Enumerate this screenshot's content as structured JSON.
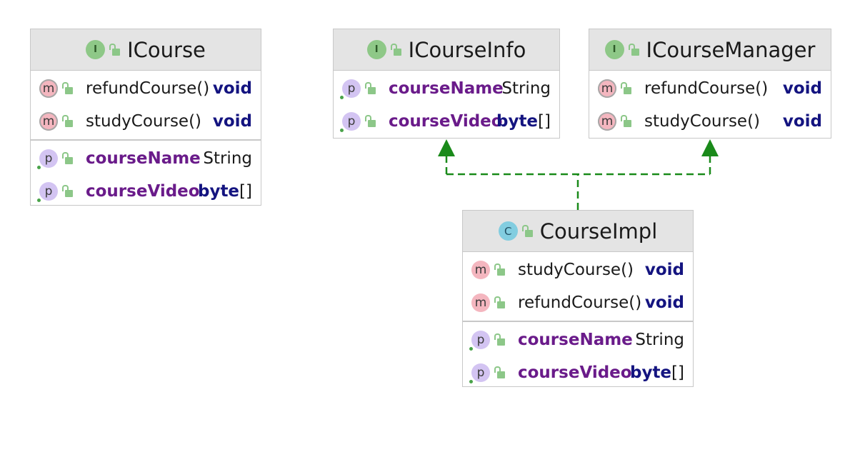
{
  "boxes": {
    "icourse": {
      "kind": "I",
      "title": "ICourse",
      "methods": [
        {
          "kind": "m",
          "name": "refundCourse()",
          "type": "void"
        },
        {
          "kind": "m",
          "name": "studyCourse()",
          "type": "void"
        }
      ],
      "properties": [
        {
          "kind": "p",
          "name": "courseName",
          "type": "String"
        },
        {
          "kind": "p",
          "name": "courseVideo",
          "type": "byte",
          "suffix": "[]"
        }
      ]
    },
    "icourseinfo": {
      "kind": "I",
      "title": "ICourseInfo",
      "properties": [
        {
          "kind": "p",
          "name": "courseName",
          "type": "String"
        },
        {
          "kind": "p",
          "name": "courseVideo",
          "type": "byte",
          "suffix": "[]"
        }
      ]
    },
    "icoursemanager": {
      "kind": "I",
      "title": "ICourseManager",
      "methods": [
        {
          "kind": "m",
          "name": "refundCourse()",
          "type": "void"
        },
        {
          "kind": "m",
          "name": "studyCourse()",
          "type": "void"
        }
      ]
    },
    "courseimpl": {
      "kind": "C",
      "title": "CourseImpl",
      "methods": [
        {
          "kind": "m",
          "name": "studyCourse()",
          "type": "void"
        },
        {
          "kind": "m",
          "name": "refundCourse()",
          "type": "void"
        }
      ],
      "properties": [
        {
          "kind": "p",
          "name": "courseName",
          "type": "String"
        },
        {
          "kind": "p",
          "name": "courseVideo",
          "type": "byte",
          "suffix": "[]"
        }
      ]
    }
  },
  "colors": {
    "arrow": "#1a8a1a",
    "header_bg": "#e4e4e4",
    "property_name": "#6a1b8a",
    "keyword": "#141480"
  }
}
